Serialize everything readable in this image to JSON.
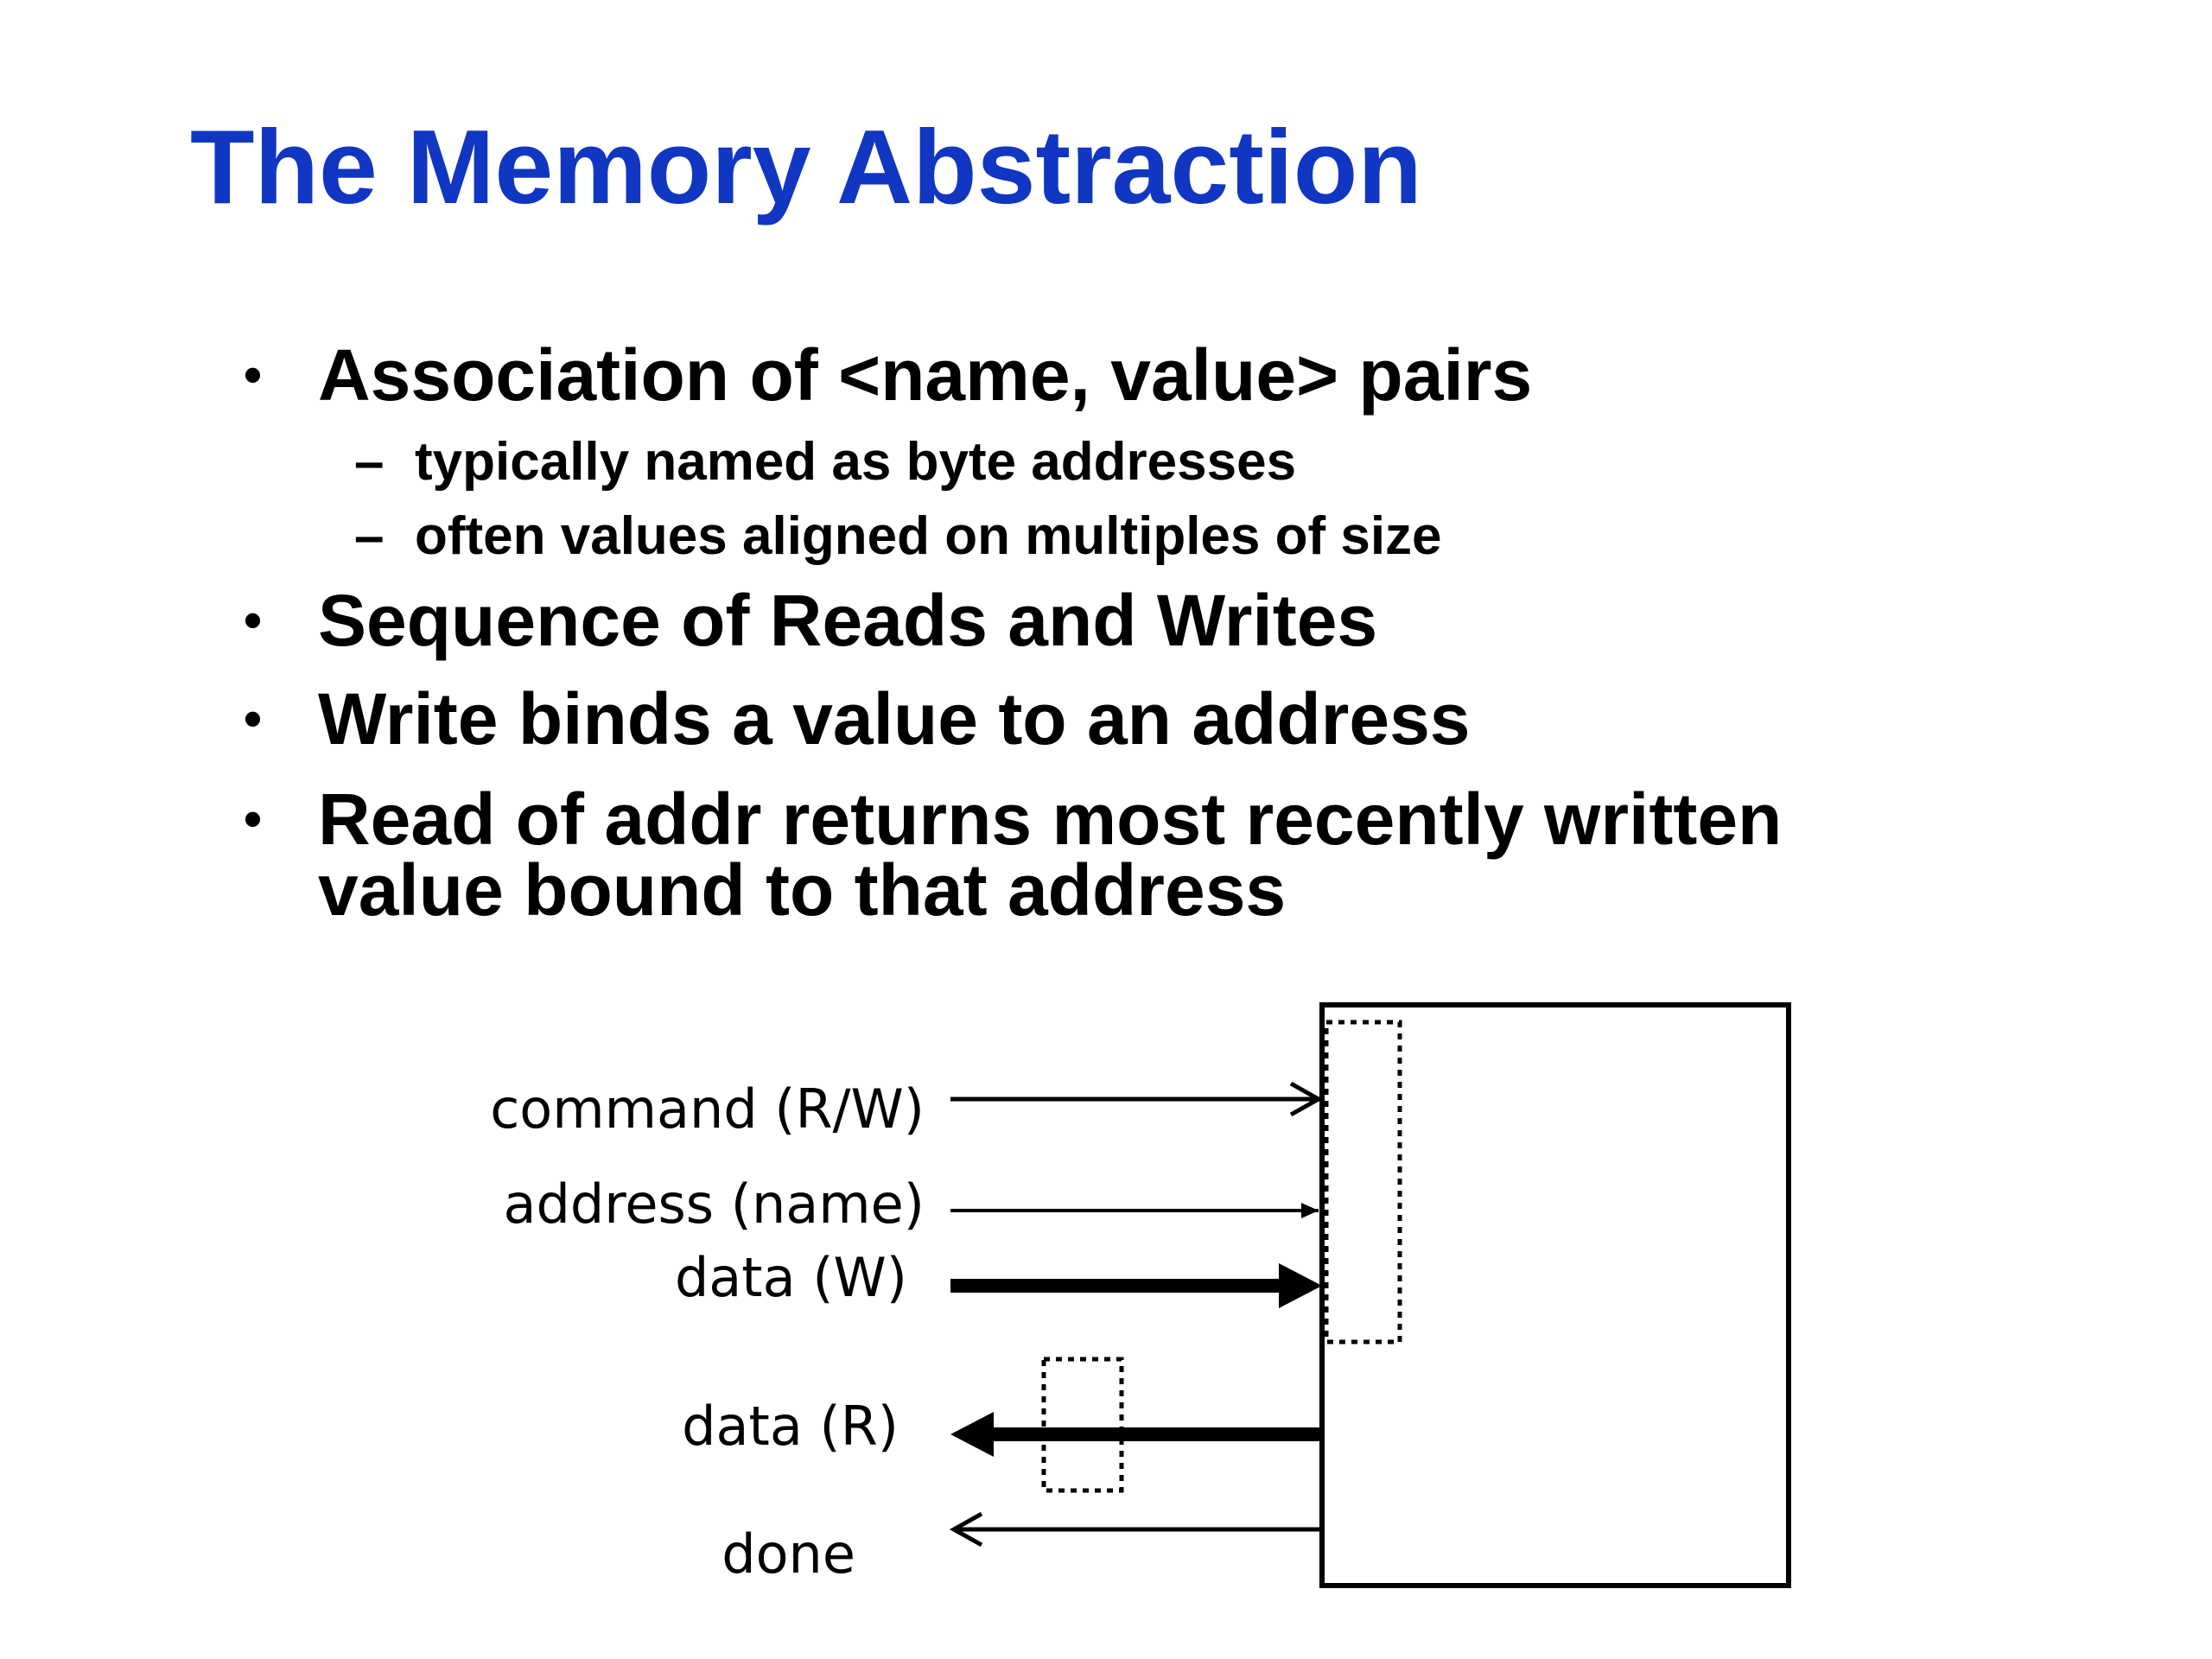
{
  "slide": {
    "title": "The Memory Abstraction",
    "bullets": [
      {
        "text": "Association of <name, value> pairs",
        "sub": [
          "typically named as byte addresses",
          "often values aligned on multiples of size"
        ]
      },
      {
        "text": "Sequence of Reads and Writes",
        "sub": []
      },
      {
        "text": "Write binds a value to an address",
        "sub": []
      },
      {
        "lines": [
          "Read of addr returns most recently written",
          "value bound to that address"
        ],
        "sub": []
      }
    ],
    "bullet_glyph": "•",
    "sub_glyph": "–"
  },
  "diagram": {
    "signals": {
      "command": "command (R/W)",
      "address": "address (name)",
      "data_w": "data (W)",
      "data_r": "data (R)",
      "done": "done"
    }
  }
}
